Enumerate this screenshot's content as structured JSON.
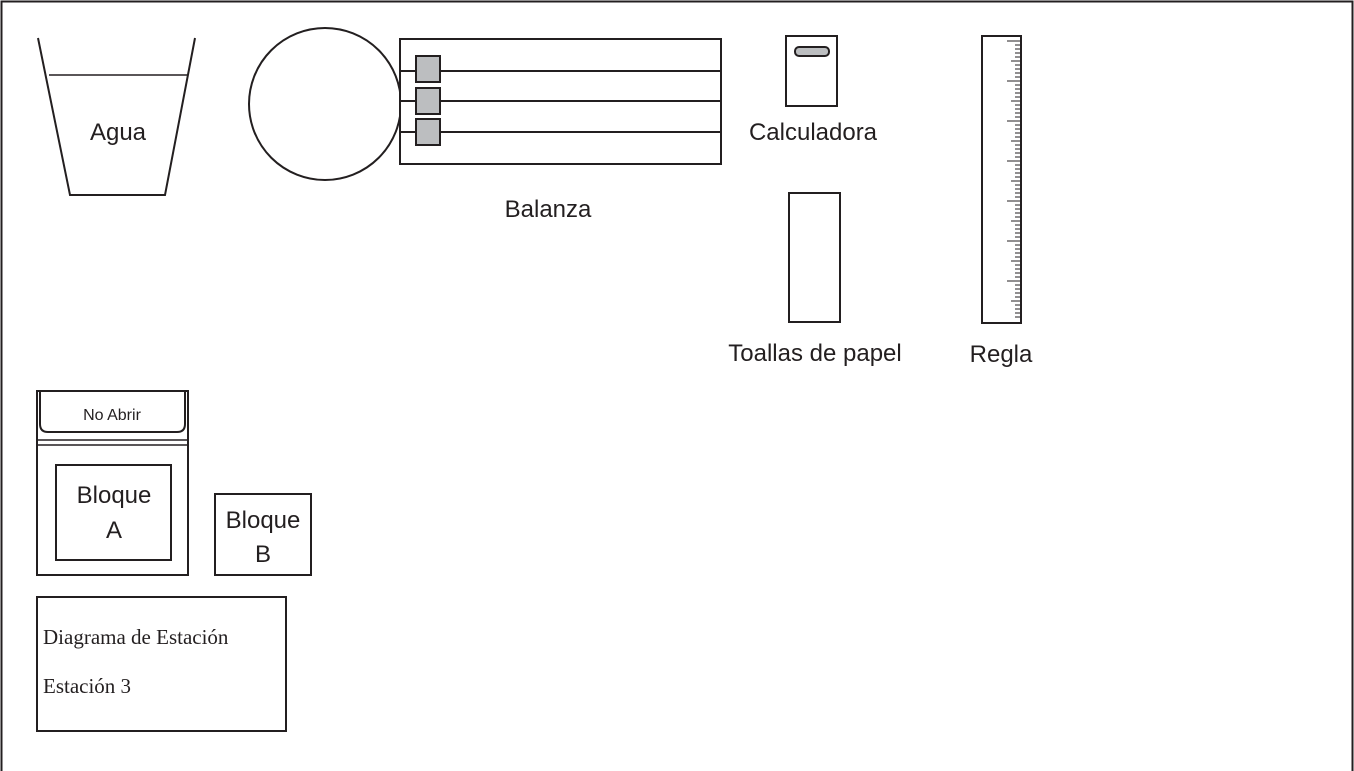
{
  "labels": {
    "water": "Agua",
    "balance": "Balanza",
    "calculator": "Calculadora",
    "paper_towels": "Toallas de papel",
    "ruler": "Regla",
    "container_lid": "No Abrir",
    "block_a_line1": "Bloque",
    "block_a_line2": "A",
    "block_b_line1": "Bloque",
    "block_b_line2": "B"
  },
  "info_box": {
    "title": "Diagrama de Estación",
    "station": "Estación 3"
  },
  "colors": {
    "line": "#231f20",
    "rider_fill": "#bcbec0",
    "background": "#ffffff"
  }
}
